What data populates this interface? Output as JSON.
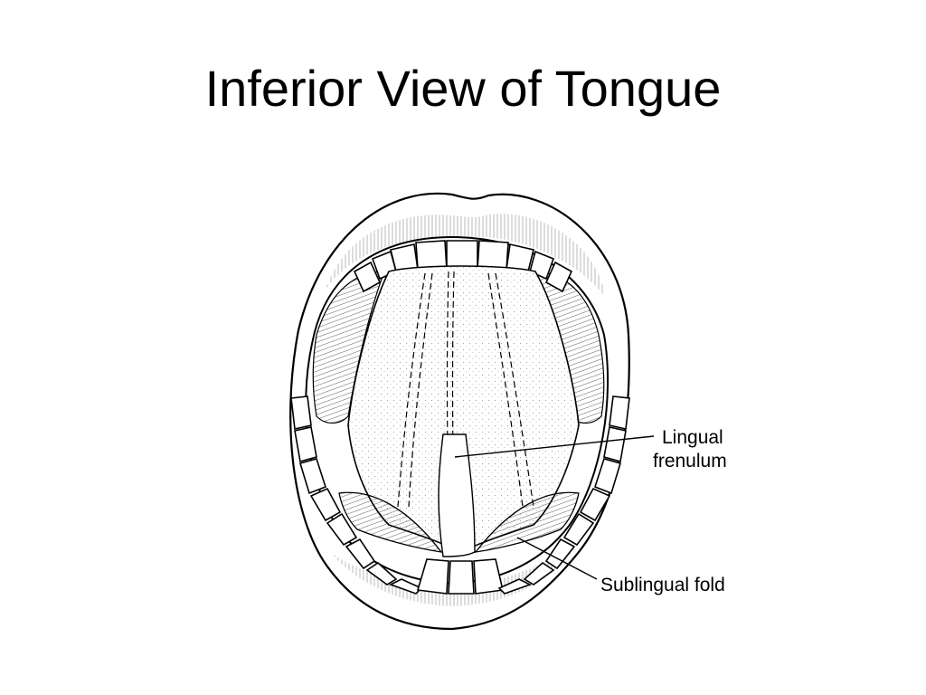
{
  "slide": {
    "title": "Inferior View of Tongue"
  },
  "labels": {
    "lingual_line1": "Lingual",
    "lingual_line2": "frenulum",
    "sublingual": "Sublingual fold"
  }
}
